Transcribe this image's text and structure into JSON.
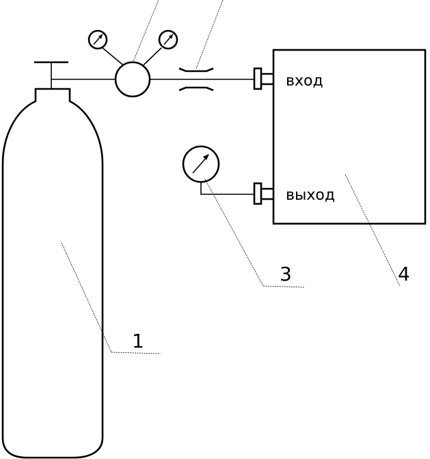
{
  "diagram": {
    "port_labels": {
      "inlet": "вход",
      "outlet": "выход"
    },
    "callouts": {
      "cylinder": "1",
      "gauge": "3",
      "chamber": "4"
    },
    "colors": {
      "ink": "#000000",
      "background": "#ffffff"
    },
    "icons": [
      "gas-cylinder-icon",
      "pressure-gauge-icon",
      "pressure-regulator-icon",
      "throttle-orifice-icon",
      "test-chamber-icon"
    ]
  }
}
